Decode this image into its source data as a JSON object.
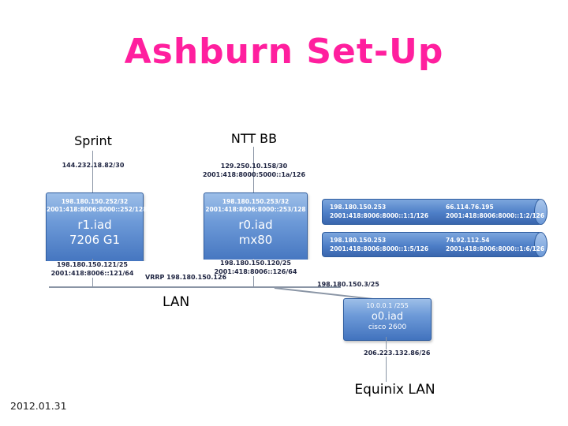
{
  "slide": {
    "title": "Ashburn Set-Up",
    "date": "2012.01.31"
  },
  "colors": {
    "title_pink": "#ff1f9e",
    "node_blue_light": "#9dbfe8",
    "node_blue_dark": "#4273be",
    "line_gray": "#8a95a5"
  },
  "uplinks": {
    "sprint": {
      "label": "Sprint",
      "ipv4": "144.232.18.82/30"
    },
    "ntt": {
      "label": "NTT BB",
      "ipv4": "129.250.10.158/30",
      "ipv6": "2001:418:8000:5000::1a/126"
    }
  },
  "routers": {
    "r1": {
      "ipv4": "198.180.150.252/32",
      "ipv6": "2001:418:8006:8000::252/128",
      "name": "r1.iad",
      "model": "7206 G1",
      "lan_ipv4": "198.180.150.121/25",
      "lan_ipv6": "2001:418:8006::121/64"
    },
    "r0": {
      "ipv4": "198.180.150.253/32",
      "ipv6": "2001:418:8006:8000::253/128",
      "name": "r0.iad",
      "model": "mx80",
      "lan_ipv4": "198.180.150.120/25",
      "lan_ipv6": "2001:418:8006::126/64"
    }
  },
  "external_links": [
    {
      "left_ipv4": "198.180.150.253",
      "left_ipv6": "2001:418:8006:8000::1:1/126",
      "right_ipv4": "66.114.76.195",
      "right_ipv6": "2001:418:8006:8000::1:2/126"
    },
    {
      "left_ipv4": "198.180.150.253",
      "left_ipv6": "2001:418:8006:8000::1:5/126",
      "right_ipv4": "74.92.112.54",
      "right_ipv6": "2001:418:8006:8000::1:6/126"
    }
  ],
  "lan": {
    "label": "LAN",
    "vrrp": "VRRP 198.180.150.126",
    "branch_ipv4": "198.180.150.3/25"
  },
  "edge_router": {
    "mgmt_ip": "10.0.0.1 /255",
    "name": "o0.iad",
    "model": "cisco 2600",
    "downlink_ipv4": "206.223.132.86/26"
  },
  "equinix": {
    "label": "Equinix LAN"
  }
}
